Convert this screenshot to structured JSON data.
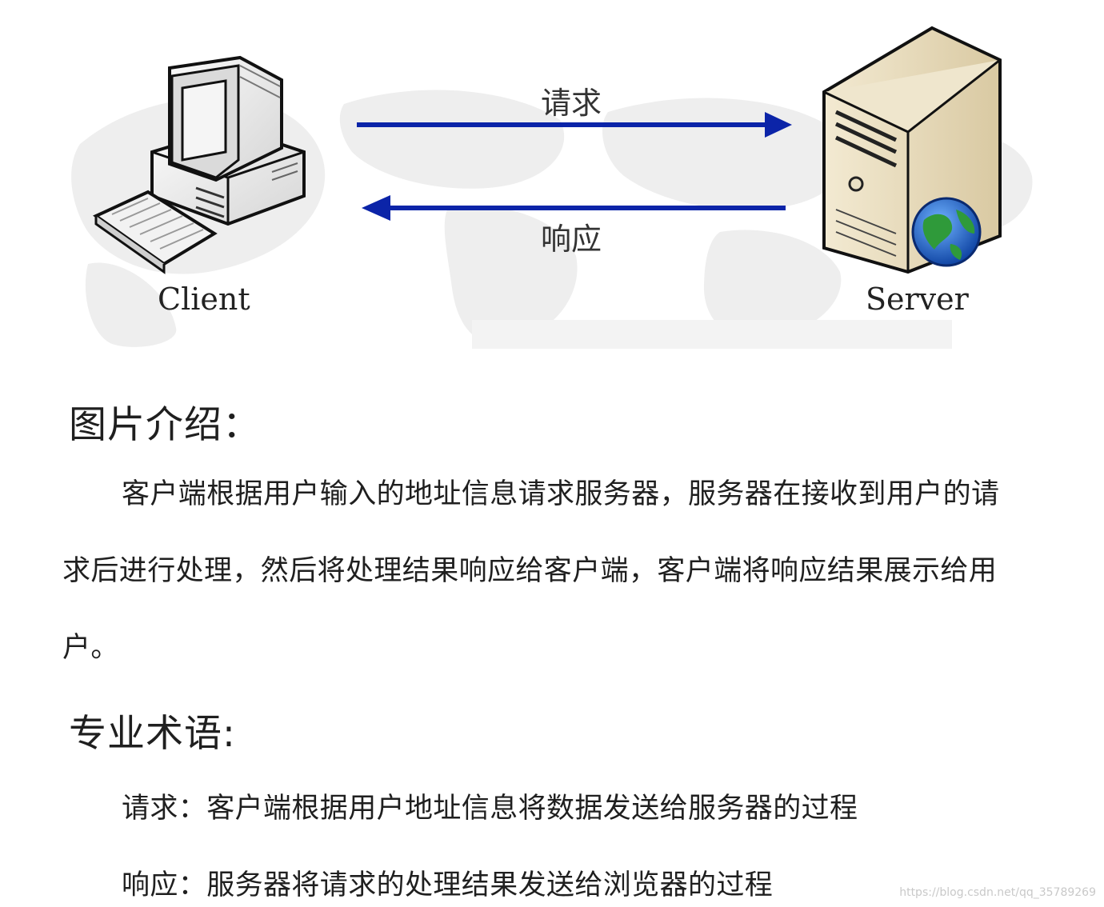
{
  "diagram": {
    "client_label": "Client",
    "server_label": "Server",
    "request_label": "请求",
    "response_label": "响应",
    "arrow_color": "#0b24a8"
  },
  "intro": {
    "heading": "图片介绍：",
    "paragraph": "客户端根据用户输入的地址信息请求服务器，服务器在接收到用户的请求后进行处理，然后将处理结果响应给客户端，客户端将响应结果展示给用户。"
  },
  "terms": {
    "heading": "专业术语:",
    "items": [
      "请求：客户端根据用户地址信息将数据发送给服务器的过程",
      "响应：服务器将请求的处理结果发送给浏览器的过程"
    ]
  },
  "watermark": "https://blog.csdn.net/qq_35789269"
}
